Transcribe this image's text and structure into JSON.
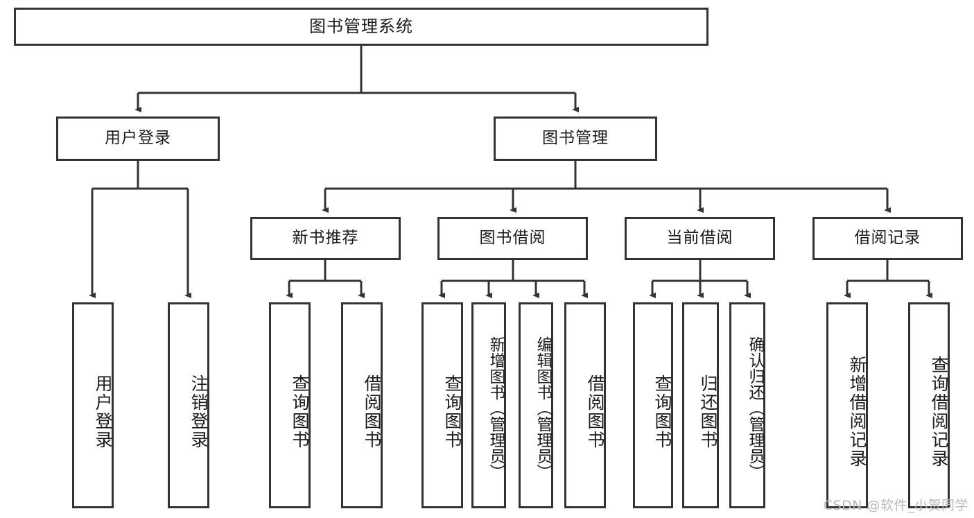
{
  "diagram": {
    "title": "图书管理系统",
    "watermark": "CSDN @软件_小贺同学",
    "stroke_color": "#333333",
    "background_color": "#ffffff",
    "text_color": "#1b1b1b",
    "root": {
      "label": "图书管理系统"
    },
    "level2": [
      {
        "label": "用户登录"
      },
      {
        "label": "图书管理"
      }
    ],
    "level3": [
      {
        "label": "新书推荐"
      },
      {
        "label": "图书借阅"
      },
      {
        "label": "当前借阅"
      },
      {
        "label": "借阅记录"
      }
    ],
    "leaves": {
      "user_login": [
        {
          "label": "用户登录"
        },
        {
          "label": "注销登录"
        }
      ],
      "new_book_recommend": [
        {
          "label": "查询图书"
        },
        {
          "label": "借阅图书"
        }
      ],
      "book_borrow": [
        {
          "label": "查询图书"
        },
        {
          "label": "新增图书（管理员）"
        },
        {
          "label": "编辑图书（管理员）"
        },
        {
          "label": "借阅图书"
        }
      ],
      "current_borrow": [
        {
          "label": "查询图书"
        },
        {
          "label": "归还图书"
        },
        {
          "label": "确认归还（管理员）"
        }
      ],
      "borrow_records": [
        {
          "label": "新增借阅记录"
        },
        {
          "label": "查询借阅记录"
        }
      ]
    }
  }
}
